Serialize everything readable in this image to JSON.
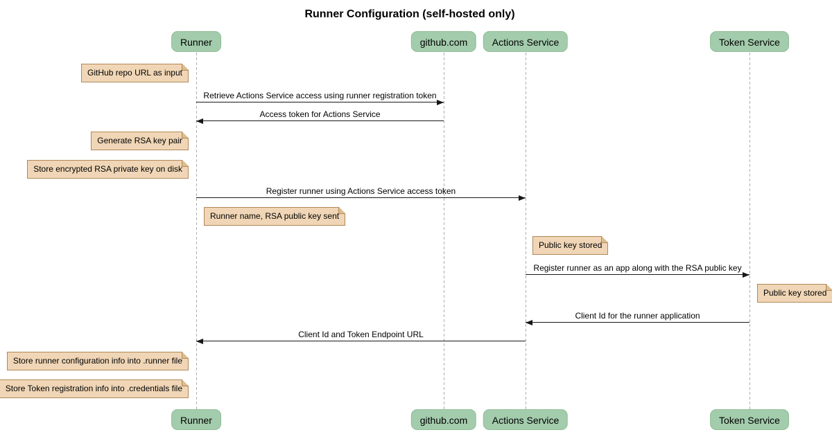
{
  "diagram_type": "sequence-diagram",
  "title": "Runner Configuration (self-hosted only)",
  "participants": [
    {
      "label": "Runner"
    },
    {
      "label": "github.com"
    },
    {
      "label": "Actions Service"
    },
    {
      "label": "Token Service"
    }
  ],
  "messages": [
    {
      "text": "Retrieve Actions Service access using runner registration token",
      "from": "Runner",
      "to": "github.com"
    },
    {
      "text": "Access token for Actions Service",
      "from": "github.com",
      "to": "Runner"
    },
    {
      "text": "Register runner using Actions Service access token",
      "from": "Runner",
      "to": "Actions Service"
    },
    {
      "text": "Register runner as an app along with the RSA public key",
      "from": "Actions Service",
      "to": "Token Service"
    },
    {
      "text": "Client Id for the runner application",
      "from": "Token Service",
      "to": "Actions Service"
    },
    {
      "text": "Client Id and Token Endpoint URL",
      "from": "Actions Service",
      "to": "Runner"
    }
  ],
  "notes": [
    {
      "text": "GitHub repo URL as input",
      "position": "left of Runner"
    },
    {
      "text": "Generate RSA key pair",
      "position": "left of Runner"
    },
    {
      "text": "Store encrypted RSA private key on disk",
      "position": "left of Runner"
    },
    {
      "text": "Runner name, RSA public key sent",
      "position": "right of Runner"
    },
    {
      "text": "Public key stored",
      "position": "right of Actions Service"
    },
    {
      "text": "Public key stored",
      "position": "right of Token Service"
    },
    {
      "text": "Store runner configuration info into .runner file",
      "position": "left of Runner"
    },
    {
      "text": "Store Token registration info into .credentials file",
      "position": "left of Runner"
    }
  ],
  "colors": {
    "participant_fill": "#A3CCAC",
    "participant_border": "#8FBE96",
    "note_fill": "#F0D6B6",
    "note_border": "#B08858",
    "lifeline": "#ADADAD",
    "arrow": "#181818",
    "background": "#FFFFFF",
    "text": "#000000"
  }
}
